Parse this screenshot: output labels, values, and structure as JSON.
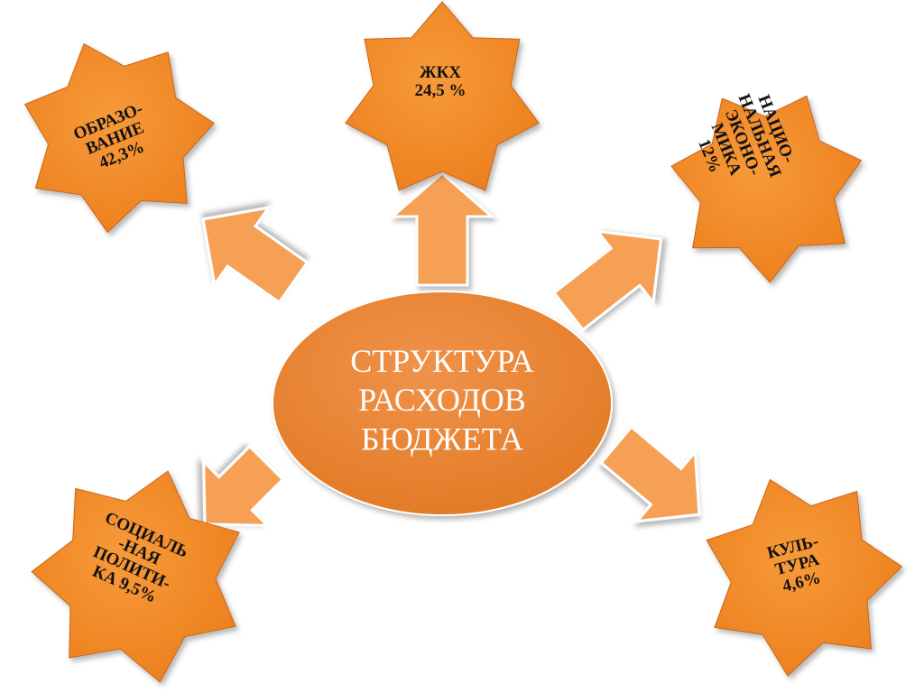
{
  "colors": {
    "star_fill": "#f28a23",
    "star_edge": "#c9651a",
    "arrow_fill": "#f5a055",
    "arrow_edge": "#ffffff",
    "center_fill": "#e8822e",
    "center_label": "#ffffff",
    "label_color": "#111111"
  },
  "center": {
    "lines": [
      "СТРУКТУРА",
      "РАСХОДОВ",
      "БЮДЖЕТА"
    ]
  },
  "stars": [
    {
      "key": "obrazovanie",
      "lines": [
        "ОБРАЗО-",
        "ВАНИЕ",
        "42,3%"
      ]
    },
    {
      "key": "zhkh",
      "lines": [
        "ЖКХ",
        "24,5 %"
      ]
    },
    {
      "key": "nats-ekonomika",
      "lines": [
        "НАЦИО-",
        "НАЛЬНАЯ",
        "ЭКОНО-",
        "МИКА",
        "12%"
      ]
    },
    {
      "key": "sots-politika",
      "lines": [
        "СОЦИАЛЬ",
        "-НАЯ",
        "ПОЛИТИ-",
        "КА 9,5%"
      ]
    },
    {
      "key": "kultura",
      "lines": [
        "КУЛЬ-",
        "ТУРА",
        "4,6%"
      ]
    }
  ]
}
